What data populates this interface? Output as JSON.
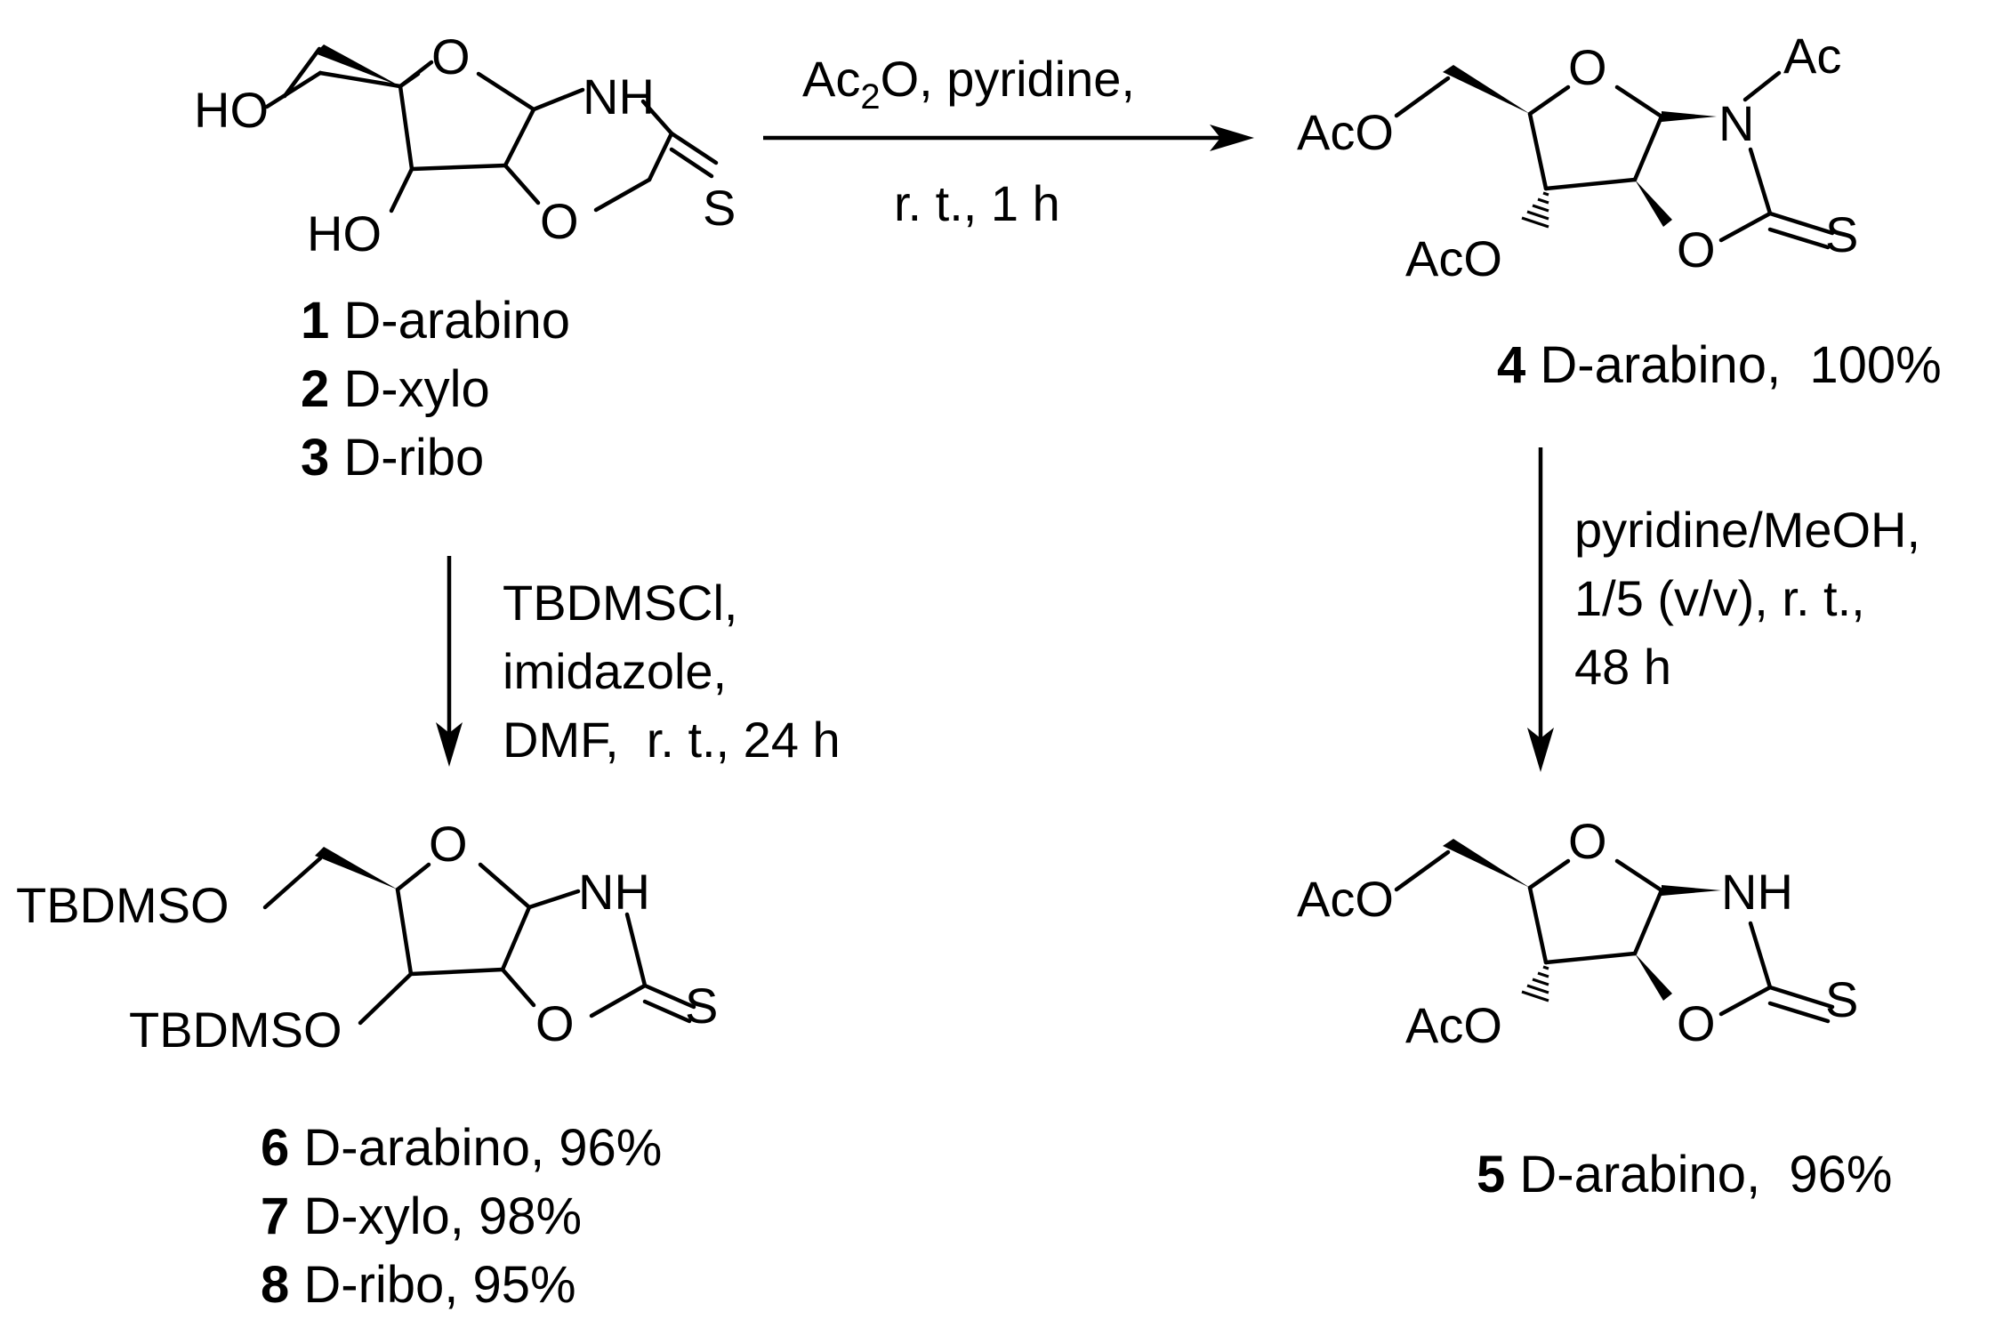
{
  "reactions": {
    "acetylation": {
      "line1_a": "Ac",
      "line1_sub": "2",
      "line1_b": "O, pyridine,",
      "line2": "r. t., 1 h"
    },
    "silylation": {
      "line1": "TBDMSCl,",
      "line2": "imidazole,",
      "line3": "DMF,  r. t., 24 h"
    },
    "deacetylation": {
      "line1": "pyridine/MeOH,",
      "line2": "1/5 (v/v), r. t.,",
      "line3": "48 h"
    }
  },
  "compounds": {
    "start": {
      "labels": [
        "HO",
        "HO",
        "O",
        "NH",
        "O",
        "S"
      ],
      "captions": [
        {
          "number": "1",
          "text": " D-arabino"
        },
        {
          "number": "2",
          "text": " D-xylo"
        },
        {
          "number": "3",
          "text": " D-ribo"
        }
      ]
    },
    "acetylated": {
      "labels": [
        "AcO",
        "AcO",
        "O",
        "N",
        "Ac",
        "O",
        "S"
      ],
      "captions": [
        {
          "number": "4",
          "text": " D-arabino,  100%"
        }
      ]
    },
    "deacetylated": {
      "labels": [
        "AcO",
        "AcO",
        "O",
        "NH",
        "O",
        "S"
      ],
      "captions": [
        {
          "number": "5",
          "text": " D-arabino,  96%"
        }
      ]
    },
    "silylated": {
      "labels": [
        "TBDMSO",
        "TBDMSO",
        "O",
        "NH",
        "O",
        "S"
      ],
      "captions": [
        {
          "number": "6",
          "text": " D-arabino, 96%"
        },
        {
          "number": "7",
          "text": " D-xylo, 98%"
        },
        {
          "number": "8",
          "text": " D-ribo, 95%"
        }
      ]
    }
  }
}
